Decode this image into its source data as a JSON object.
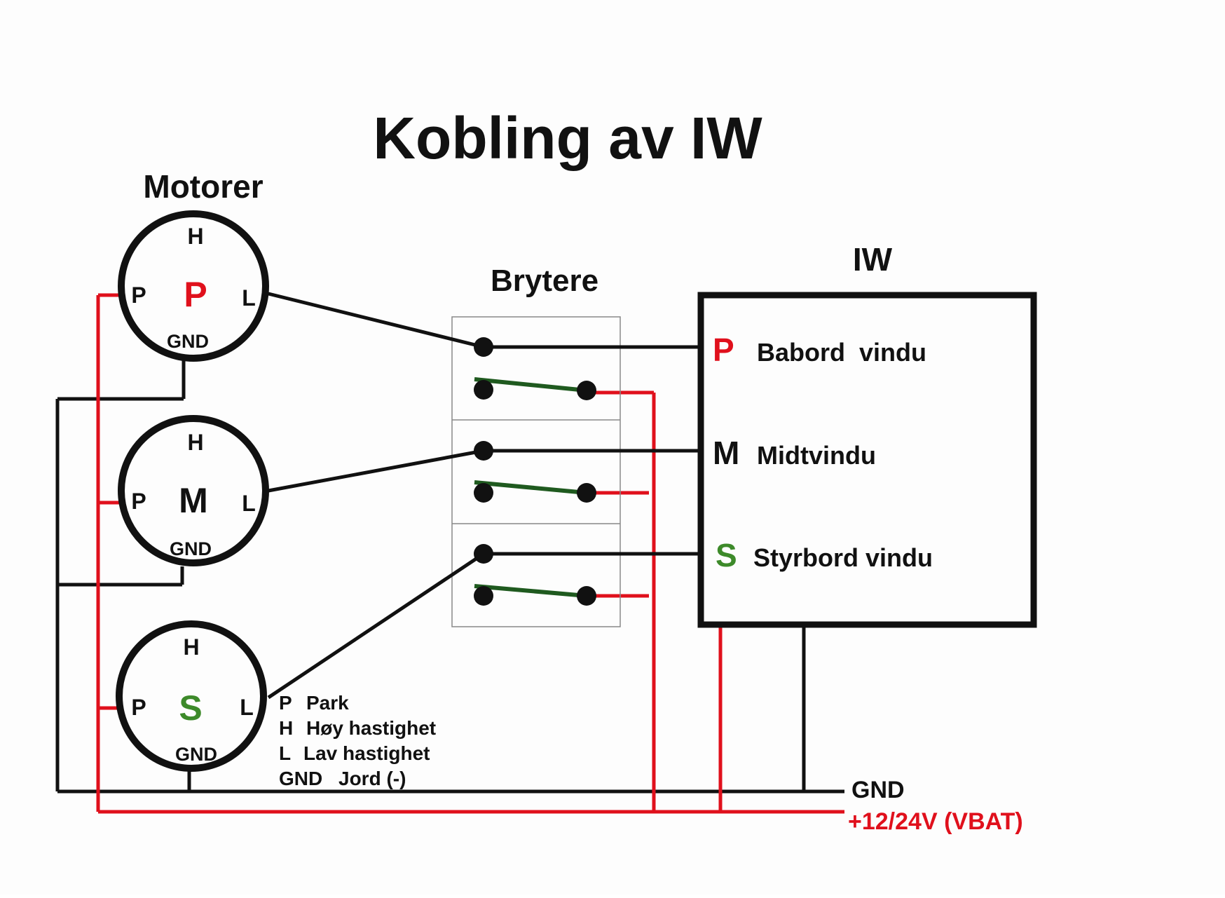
{
  "title": "Kobling av IW",
  "colors": {
    "wire_black": "#111111",
    "wire_red": "#e0101c",
    "switch_green": "#1f5a1f",
    "label_red": "#e0101c",
    "label_green": "#3d8a2a",
    "box_gray": "#888888"
  },
  "sections": {
    "motors": "Motorer",
    "switches": "Brytere",
    "iw": "IW"
  },
  "motors": [
    {
      "center": "P",
      "top": "H",
      "left": "P",
      "right": "L",
      "bottom": "GND"
    },
    {
      "center": "M",
      "top": "H",
      "left": "P",
      "right": "L",
      "bottom": "GND"
    },
    {
      "center": "S",
      "top": "H",
      "left": "P",
      "right": "L",
      "bottom": "GND"
    }
  ],
  "iw_rows": [
    {
      "letter": "P",
      "label": "Babord  vindu"
    },
    {
      "letter": "M",
      "label": "Midtvindu"
    },
    {
      "letter": "S",
      "label": "Styrbord vindu"
    }
  ],
  "legend": [
    {
      "key": "P",
      "text": "Park"
    },
    {
      "key": "H",
      "text": "Høy hastighet"
    },
    {
      "key": "L",
      "text": "Lav hastighet"
    },
    {
      "key": "GND",
      "text": "Jord (-)"
    }
  ],
  "rails": {
    "gnd": "GND",
    "vbat": "+12/24V (VBAT)"
  }
}
